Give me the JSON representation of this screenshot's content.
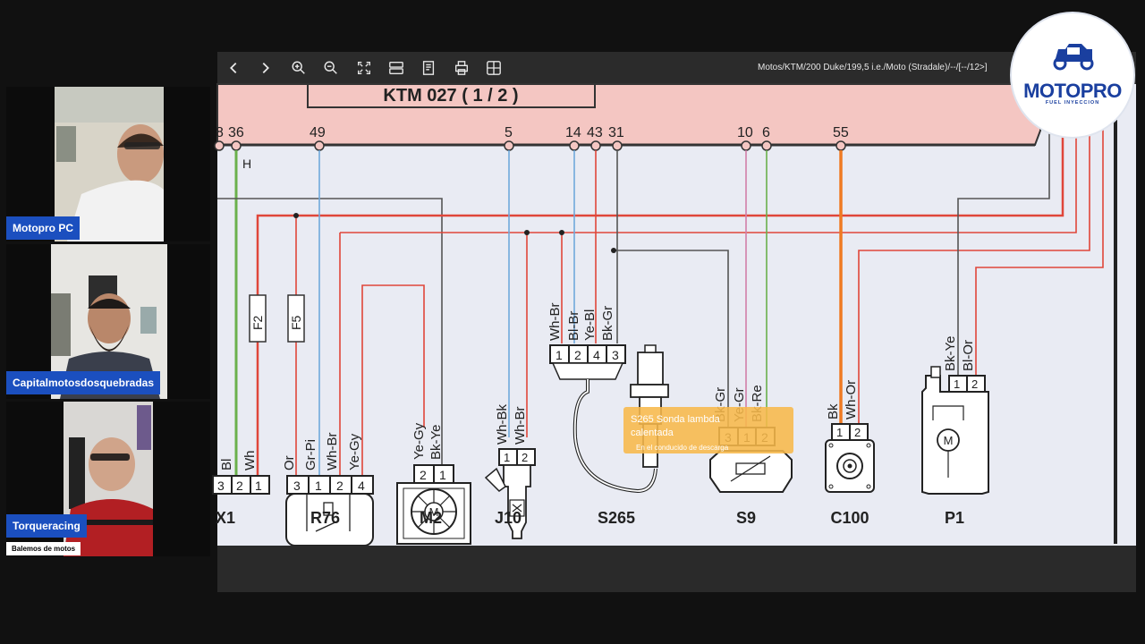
{
  "participants": [
    {
      "name": "Motopro PC"
    },
    {
      "name": "Capitalmotosdosquebradas"
    },
    {
      "name": "Torqueracing",
      "subtitle": "Balemos de motos"
    }
  ],
  "viewer": {
    "path": "Motos/KTM/200 Duke/199,5 i.e./Moto (Stradale)/--/[--/12>]",
    "toolbar": [
      "back",
      "forward",
      "zoom-in",
      "zoom-out",
      "fit",
      "layers",
      "document",
      "print",
      "grid"
    ]
  },
  "logo": {
    "name": "MOTOPRO",
    "tagline": "FUEL INYECCION"
  },
  "diagram": {
    "title": "KTM 027 ( 1 / 2 )",
    "pins": [
      "8",
      "36",
      "49",
      "5",
      "14",
      "43",
      "31",
      "10",
      "6",
      "55"
    ],
    "pin_extra": "H",
    "fuses": [
      "F2",
      "F5"
    ],
    "components": [
      {
        "id": "X1",
        "wires": [
          "Bl",
          "Wh"
        ],
        "pins": [
          "3",
          "2",
          "1"
        ]
      },
      {
        "id": "R76",
        "wires": [
          "Or",
          "Gr-Pi",
          "Wh-Br",
          "Ye-Gy"
        ],
        "pins": [
          "3",
          "1",
          "2",
          "4"
        ]
      },
      {
        "id": "M2",
        "wires": [
          "Ye-Gy",
          "Bk-Ye"
        ],
        "pins": [
          "2",
          "1"
        ],
        "symbol": "M"
      },
      {
        "id": "J10",
        "wires": [
          "Wh-Bk",
          "Wh-Br"
        ],
        "pins": [
          "1",
          "2"
        ]
      },
      {
        "id": "S265",
        "wires": [
          "Wh-Br",
          "Bl-Br",
          "Ye-Bl",
          "Bk-Gr"
        ],
        "pins": [
          "1",
          "2",
          "4",
          "3"
        ]
      },
      {
        "id": "S9",
        "wires": [
          "Bk-Gr",
          "Ye-Gr",
          "Bk-Re"
        ],
        "pins": [
          "3",
          "1",
          "2"
        ]
      },
      {
        "id": "C100",
        "wires": [
          "Bk",
          "Wh-Or"
        ],
        "pins": [
          "1",
          "2"
        ]
      },
      {
        "id": "P1",
        "wires": [
          "Bk-Ye",
          "Bl-Or"
        ],
        "pins": [
          "1",
          "2"
        ],
        "symbol": "M"
      }
    ],
    "tooltip": {
      "title": "S265 Sonda lambda calentada",
      "desc": "En el conducido de descarga"
    }
  },
  "colors": {
    "accent": "#1b4fbf",
    "header_band": "#f4c6c2",
    "wire_red": "#e0463a",
    "wire_orange": "#ef7a22",
    "wire_green": "#6ab04c",
    "wire_blue": "#6fa8dc",
    "tooltip": "#f7b84a"
  }
}
